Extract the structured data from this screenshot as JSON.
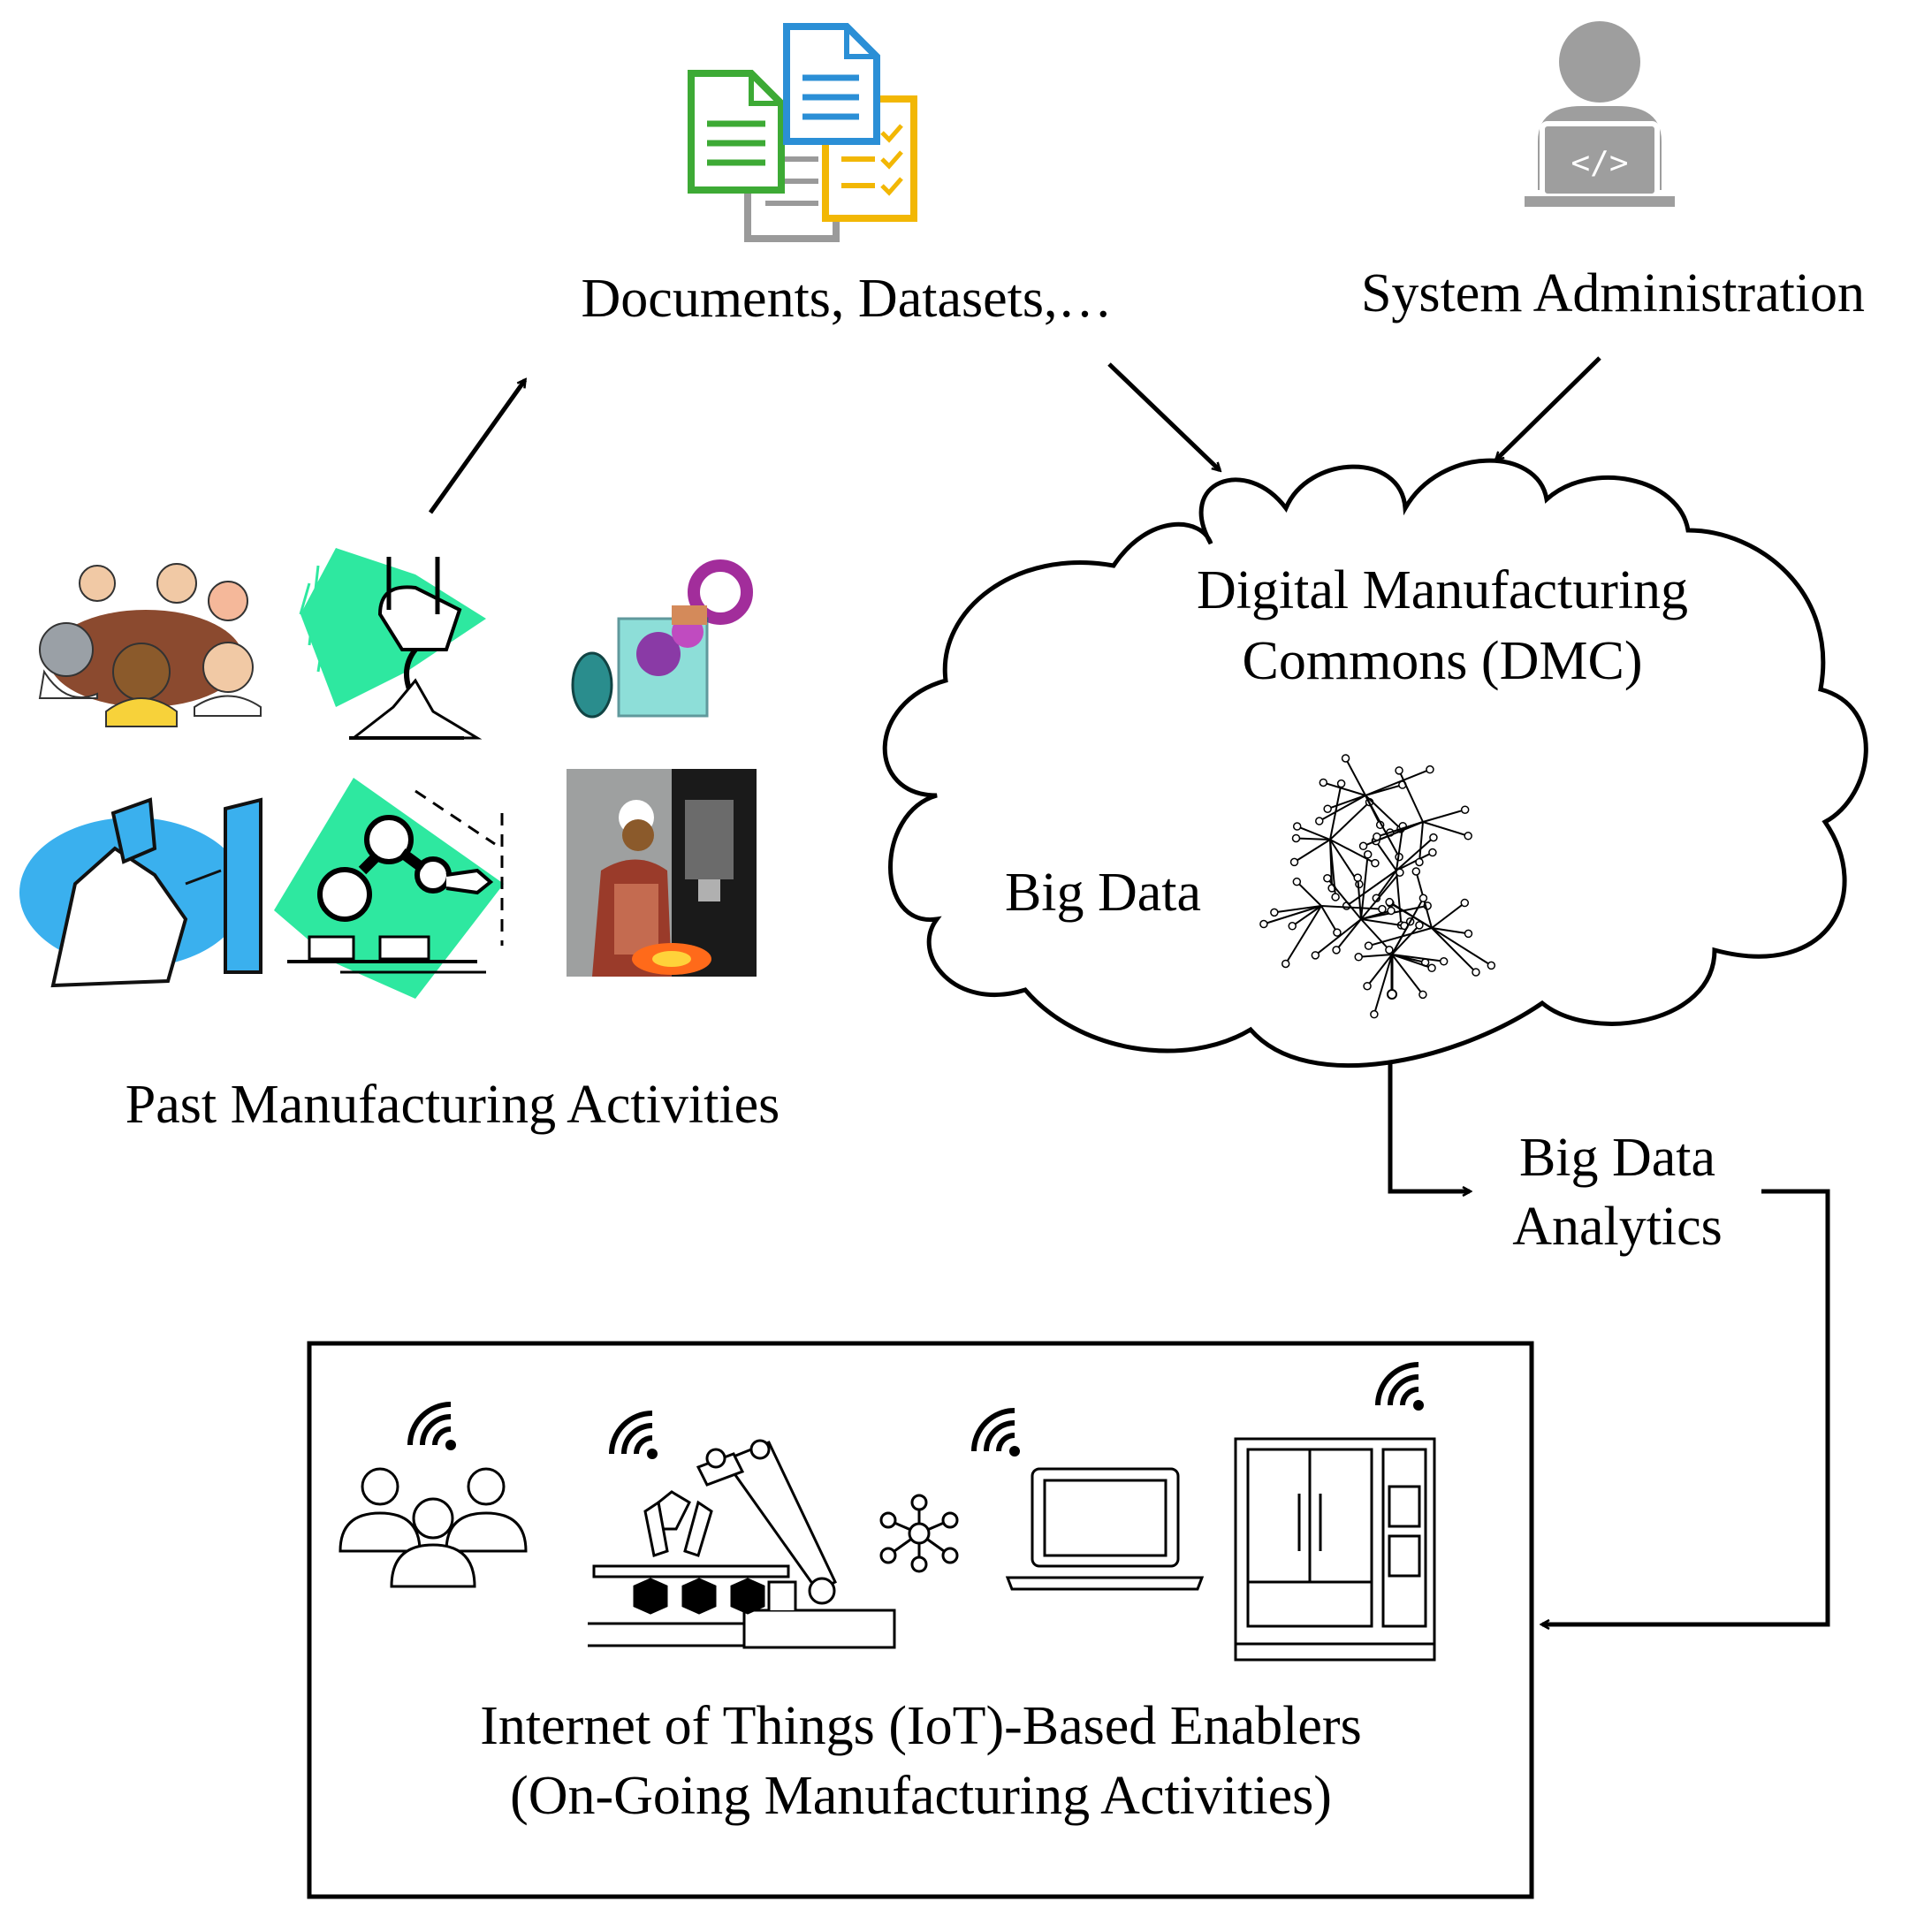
{
  "labels": {
    "documents": "Documents, Datasets,…",
    "sysadmin": "System Administration",
    "dmc_line1": "Digital Manufacturing",
    "dmc_line2": "Commons (DMC)",
    "big_data": "Big Data",
    "analytics_line1": "Big Data",
    "analytics_line2": "Analytics",
    "past": "Past Manufacturing Activities",
    "iot_line1": "Internet of Things (IoT)-Based Enablers",
    "iot_line2": "(On-Going Manufacturing Activities)"
  },
  "icons": {
    "documents": "documents-stack-icon",
    "sysadmin": "admin-laptop-user-icon",
    "meeting": "team-meeting-icon",
    "casting": "metal-pouring-icon",
    "pump": "gear-pump-assembly-icon",
    "welder": "welder-icon",
    "robot": "industrial-robot-arm-icon",
    "forge": "forge-worker-icon",
    "people": "people-group-icon",
    "robot_line": "robot-conveyor-icon",
    "network": "network-hub-icon",
    "laptop": "laptop-icon",
    "machine": "industrial-cabinet-icon",
    "wifi": "wifi-icon",
    "tree": "data-tree-icon"
  },
  "colors": {
    "doc_green": "#3daa35",
    "doc_blue": "#2b8fd6",
    "doc_yellow": "#f2b705",
    "doc_gray": "#9a9a9a",
    "mint": "#2ee8a0",
    "welder_blue": "#3ab0ee",
    "admin_gray": "#9e9e9e"
  }
}
